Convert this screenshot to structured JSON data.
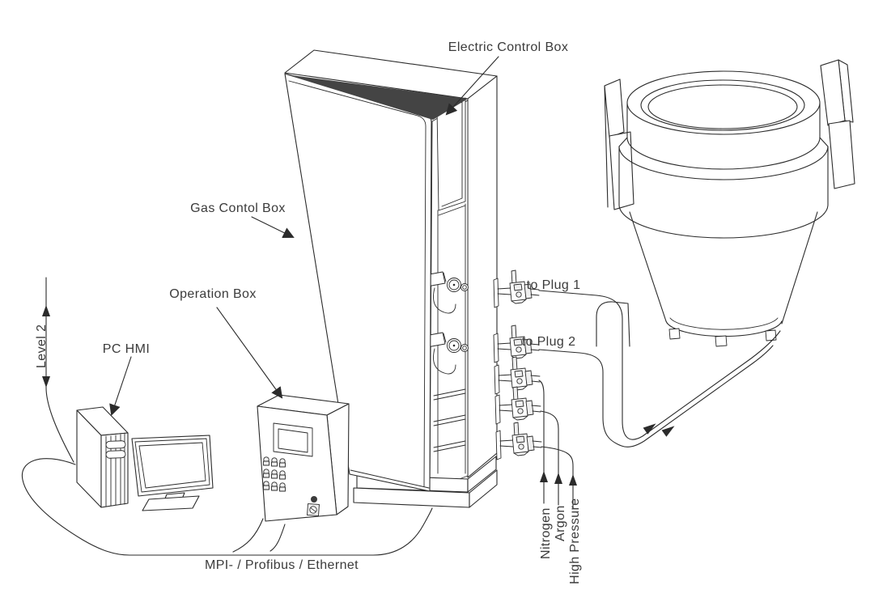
{
  "diagram": {
    "title_context": "Gas control system overview diagram",
    "labels": {
      "electric_control_box": "Electric Control Box",
      "gas_control_box": "Gas Contol Box",
      "operation_box": "Operation Box",
      "pc_hmi": "PC HMI",
      "level2": "Level 2",
      "to_plug_1": "to Plug 1",
      "to_plug_2": "to Plug 2",
      "bus": "MPI- / Profibus / Ethernet",
      "nitrogen": "Nitrogen",
      "argon": "Argon",
      "high_pressure": "High Pressure"
    },
    "colors": {
      "line": "#2b2b2b",
      "text": "#3b3b3b",
      "background": "#ffffff"
    }
  }
}
